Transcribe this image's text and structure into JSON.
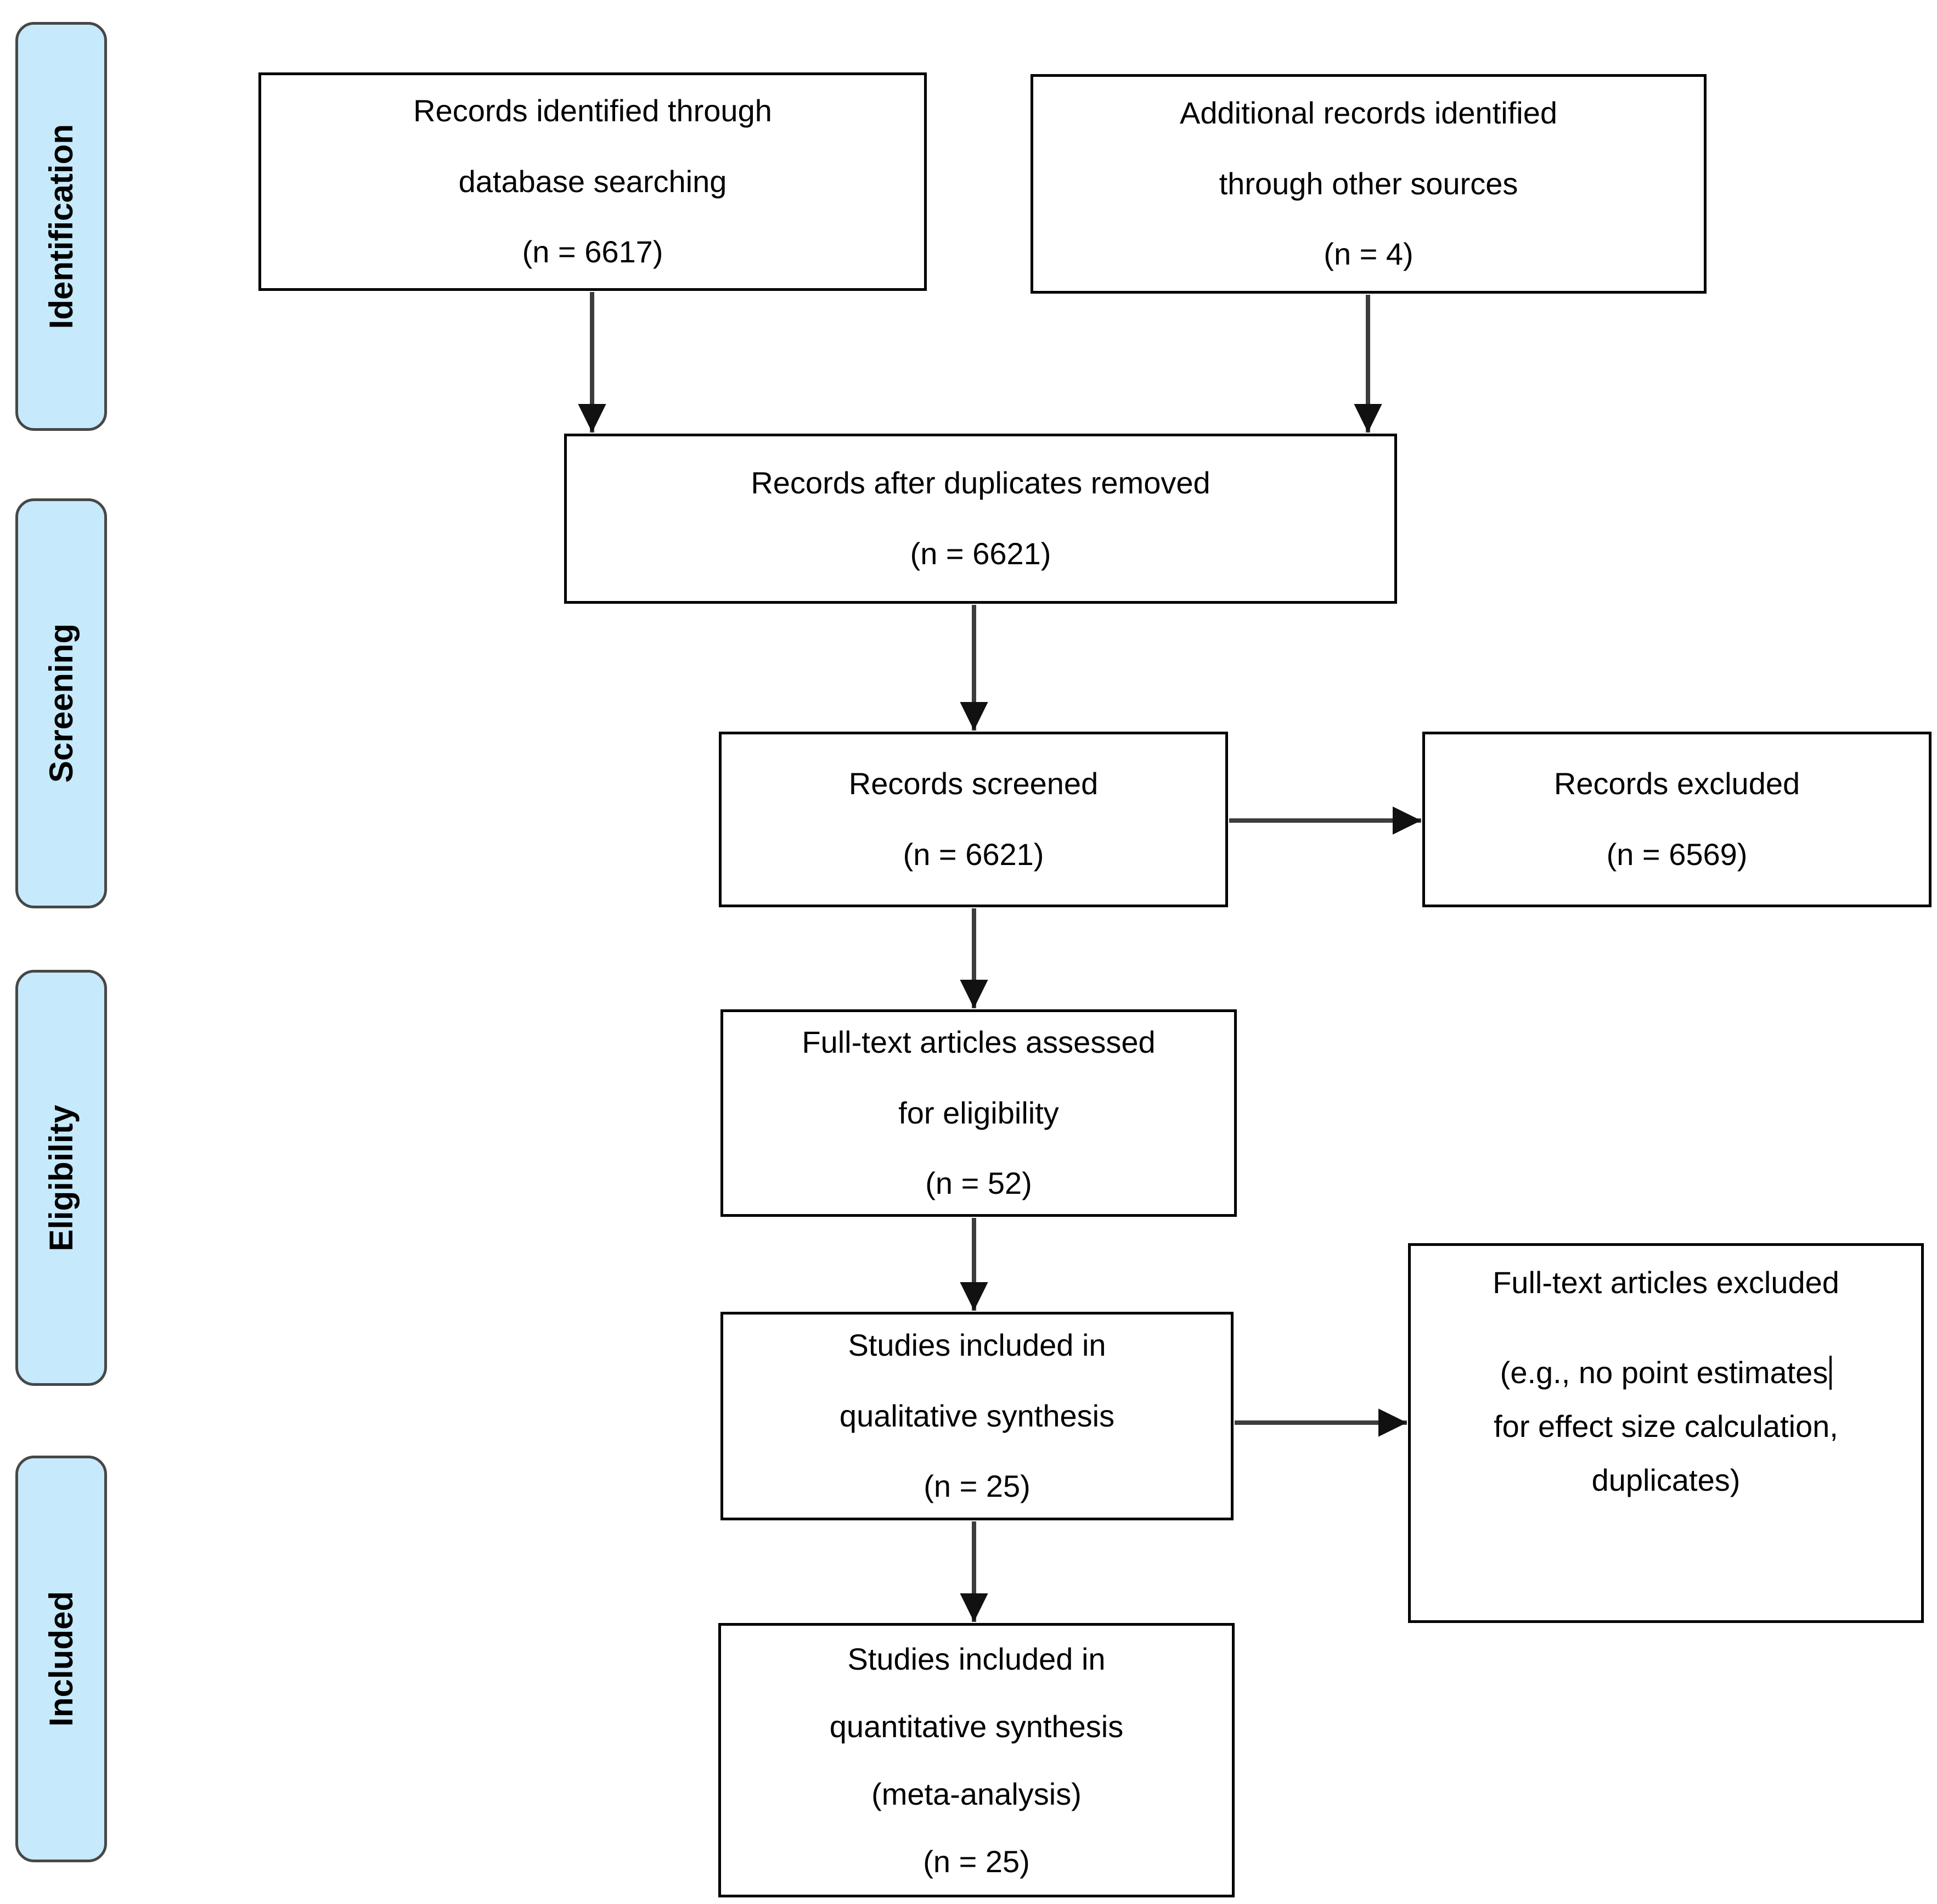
{
  "diagram": {
    "stages": [
      {
        "label": "Identification"
      },
      {
        "label": "Screening"
      },
      {
        "label": "Eligibility"
      },
      {
        "label": "Included"
      }
    ],
    "boxes": [
      {
        "name": "records-identified-database",
        "lines": [
          "Records identified through",
          "database searching",
          "(n = 6617)"
        ]
      },
      {
        "name": "additional-records-other-sources",
        "lines": [
          "Additional records identified",
          "through other sources",
          "(n = 4)"
        ]
      },
      {
        "name": "records-after-duplicates",
        "lines": [
          "Records after duplicates removed",
          "(n = 6621)"
        ]
      },
      {
        "name": "records-screened",
        "lines": [
          "Records screened",
          "(n = 6621)"
        ]
      },
      {
        "name": "records-excluded",
        "lines": [
          "Records excluded",
          "(n = 6569)"
        ]
      },
      {
        "name": "fulltext-assessed",
        "lines": [
          "Full-text articles assessed",
          "for eligibility",
          "(n = 52)"
        ]
      },
      {
        "name": "qualitative-synthesis",
        "lines": [
          "Studies included in",
          "qualitative synthesis",
          "(n = 25)"
        ]
      },
      {
        "name": "fulltext-excluded",
        "lines": [
          "Full-text articles excluded",
          "(e.g., no point estimates",
          "for effect size calculation,",
          "duplicates)"
        ]
      },
      {
        "name": "quantitative-synthesis",
        "lines": [
          "Studies included in",
          "quantitative synthesis",
          "(meta-analysis)",
          "(n = 25)"
        ]
      }
    ],
    "colors": {
      "stage_fill": "#c6e9fb",
      "stage_border": "#474747",
      "box_border": "#000000",
      "arrow_line": "#3d3d3d",
      "arrow_head": "#111111",
      "text": "#000000",
      "background": "#ffffff"
    }
  }
}
